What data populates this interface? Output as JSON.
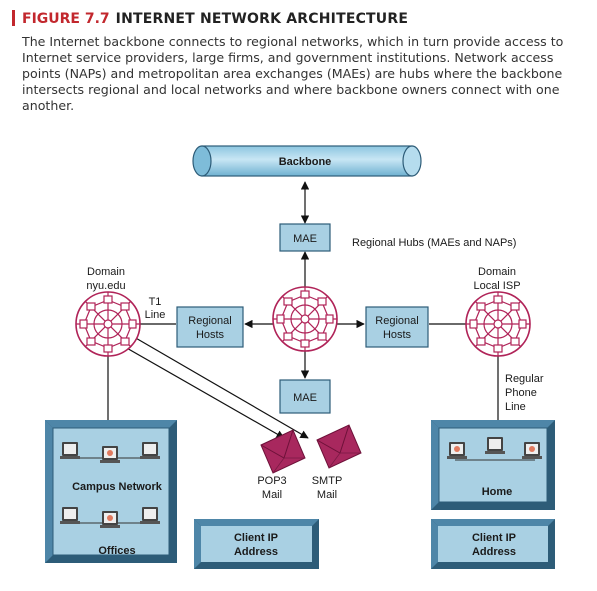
{
  "figure": {
    "number": "FIGURE 7.7",
    "title": "INTERNET NETWORK ARCHITECTURE",
    "description": "The Internet backbone connects to regional networks, which in turn provide access to Internet service providers, large firms, and government institutions. Network access points (NAPs) and metropolitan area exchanges (MAEs) are hubs where the backbone intersects regional and local networks and where backbone owners connect with one another."
  },
  "diagram": {
    "backbone": "Backbone",
    "mae_top": "MAE",
    "mae_bottom": "MAE",
    "regional_hubs": "Regional Hubs (MAEs and NAPs)",
    "domain_left_line1": "Domain",
    "domain_left_line2": "nyu.edu",
    "domain_right_line1": "Domain",
    "domain_right_line2": "Local ISP",
    "t1_line1": "T1",
    "t1_line2": "Line",
    "regional_hosts_left_line1": "Regional",
    "regional_hosts_left_line2": "Hosts",
    "regional_hosts_right_line1": "Regional",
    "regional_hosts_right_line2": "Hosts",
    "phone_line1": "Regular",
    "phone_line2": "Phone",
    "phone_line3": "Line",
    "campus_network": "Campus Network",
    "offices": "Offices",
    "pop3_line1": "POP3",
    "pop3_line2": "Mail",
    "smtp_line1": "SMTP",
    "smtp_line2": "Mail",
    "client_ip_left_line1": "Client IP",
    "client_ip_left_line2": "Address",
    "client_ip_right_line1": "Client IP",
    "client_ip_right_line2": "Address",
    "home": "Home"
  },
  "colors": {
    "accent": "#c2272d",
    "box_fill": "#a9d0e3",
    "box_border": "#2d5c78",
    "hub_color": "#b02358",
    "mail_color": "#a8285e"
  }
}
